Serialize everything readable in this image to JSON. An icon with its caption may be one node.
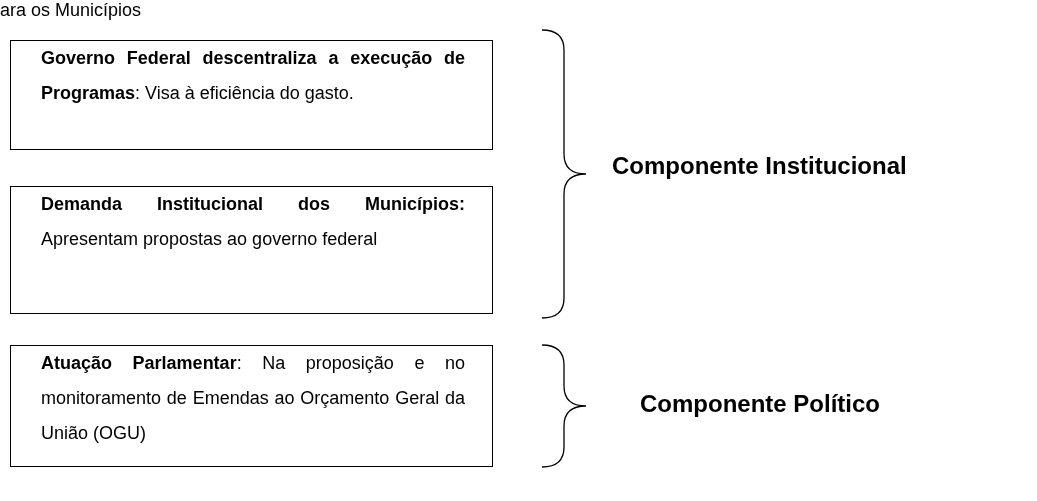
{
  "diagram": {
    "nodes": [
      {
        "text": [
          "**Governo Federal descentraliza a execução de Programas**: Visa à eficiência do gasto."
        ]
      },
      {
        "text": [
          "**Demanda Institucional dos Municípios:** Apresentam propostas ao governo federal"
        ]
      },
      {
        "text": [
          "**Atuação Parlamentar**: Na proposição e no monitoramento de Emendas ao Orçamento Geral da União (OGU)"
        ]
      }
    ],
    "edges": [],
    "labels": [
      "ara os Municípios",
      "Componente Institucional",
      "Componente Político"
    ]
  }
}
